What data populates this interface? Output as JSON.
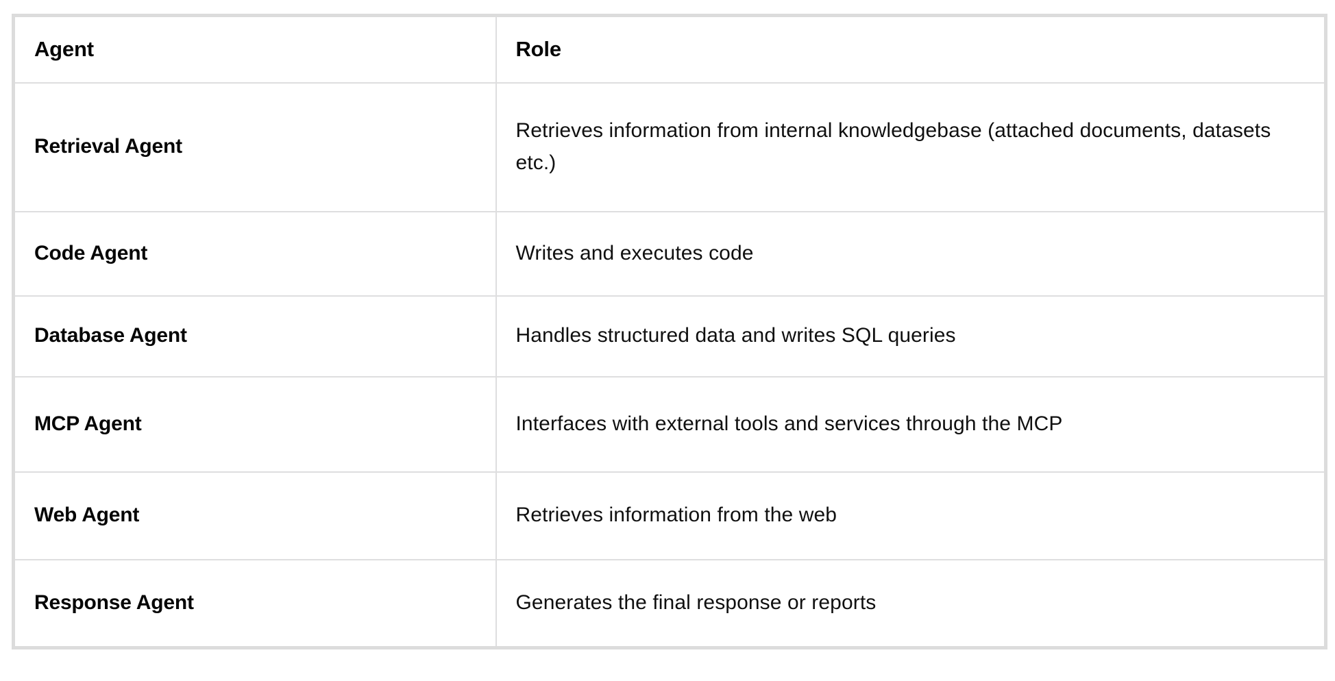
{
  "table": {
    "columns": [
      {
        "key": "agent",
        "header": "Agent"
      },
      {
        "key": "role",
        "header": "Role"
      }
    ],
    "rows": [
      {
        "agent": "Retrieval Agent",
        "role": "Retrieves information from internal knowledgebase (attached documents, datasets etc.)"
      },
      {
        "agent": "Code Agent",
        "role": "Writes and executes code"
      },
      {
        "agent": "Database Agent",
        "role": "Handles structured data and writes SQL queries"
      },
      {
        "agent": "MCP Agent",
        "role": "Interfaces with external tools and services through the MCP"
      },
      {
        "agent": "Web Agent",
        "role": "Retrieves information from the web"
      },
      {
        "agent": "Response Agent",
        "role": "Generates the final response or reports"
      }
    ]
  },
  "colors": {
    "border": "#dededf",
    "outer_border": "#dcdcdc",
    "text": "#101010",
    "heading_text": "#060606",
    "background": "#ffffff"
  }
}
